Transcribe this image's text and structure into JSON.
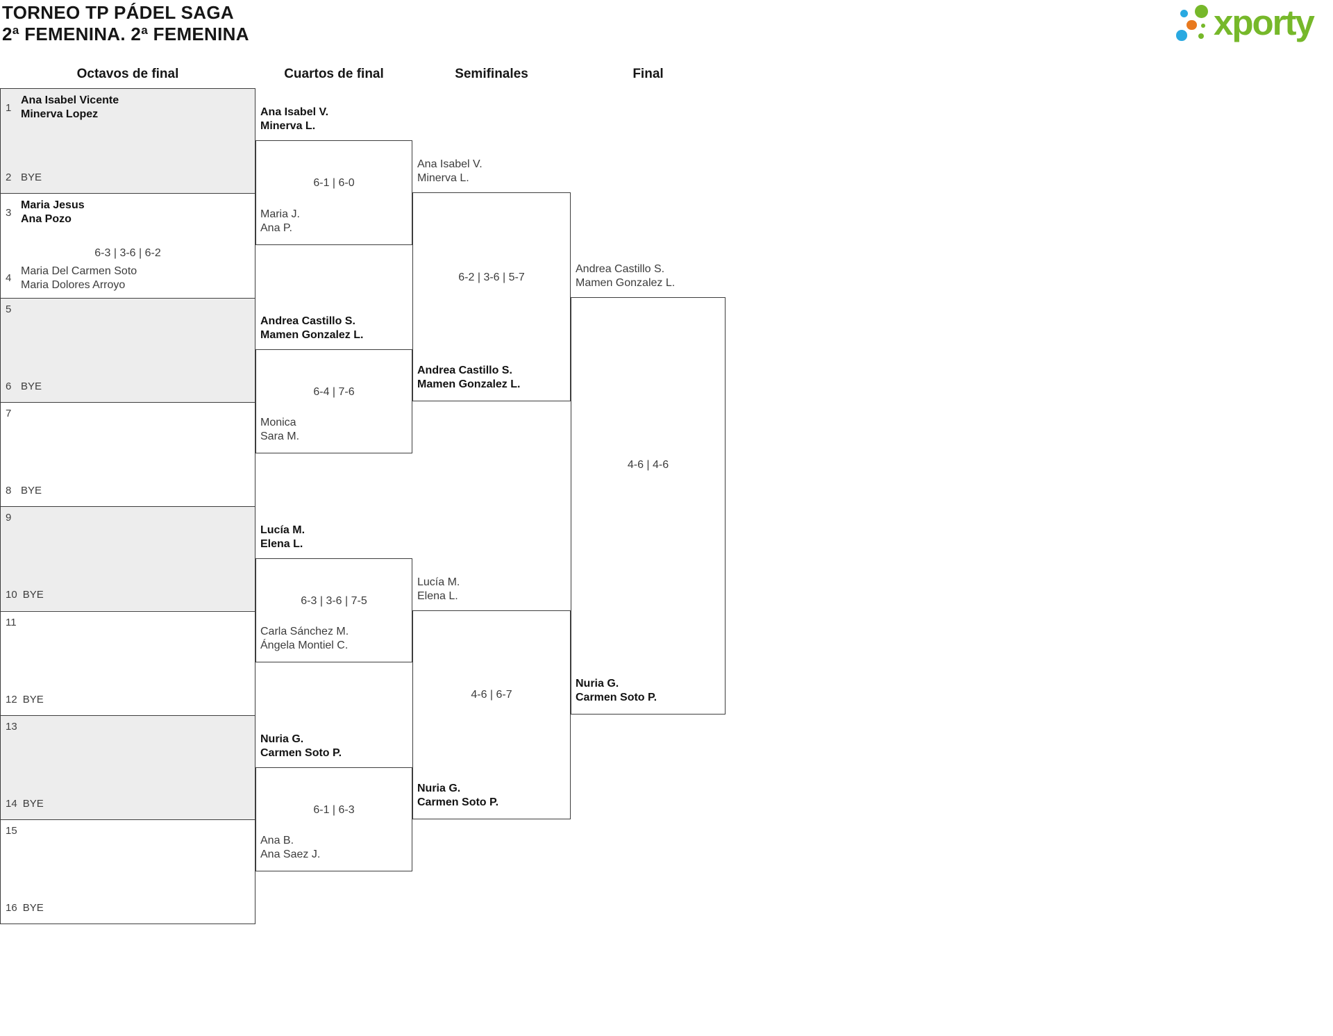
{
  "title": {
    "line1": "TORNEO TP PÁDEL SAGA",
    "line2": "2ª FEMENINA. 2ª FEMENINA"
  },
  "logo": {
    "text": "xporty",
    "green": "#76b82a",
    "blue": "#29a9e1",
    "orange": "#e8791e"
  },
  "colors": {
    "line": "#3d3d3d",
    "shaded_row": "#ededed",
    "winner_text": "#121212",
    "regular_text": "#3c3c3c"
  },
  "round_headers": [
    "Octavos de final",
    "Cuartos de final",
    "Semifinales",
    "Final"
  ],
  "rounds": {
    "octavos": {
      "matches": [
        {
          "score": "",
          "top": {
            "seed": "1",
            "lines": [
              "Ana Isabel Vicente",
              "Minerva Lopez"
            ],
            "bold": true
          },
          "bottom": {
            "seed": "2",
            "label": "BYE"
          }
        },
        {
          "score": "6-3 | 3-6 | 6-2",
          "top": {
            "seed": "3",
            "lines": [
              "Maria Jesus",
              "Ana Pozo"
            ],
            "bold": true
          },
          "bottom": {
            "seed": "4",
            "lines": [
              "Maria Del Carmen Soto",
              "Maria Dolores Arroyo"
            ],
            "bold": false
          }
        },
        {
          "score": "",
          "top": {
            "seed": "5"
          },
          "bottom": {
            "seed": "6",
            "label": "BYE"
          }
        },
        {
          "score": "",
          "top": {
            "seed": "7"
          },
          "bottom": {
            "seed": "8",
            "label": "BYE"
          }
        },
        {
          "score": "",
          "top": {
            "seed": "9"
          },
          "bottom": {
            "seed": "10",
            "label": "BYE"
          }
        },
        {
          "score": "",
          "top": {
            "seed": "11"
          },
          "bottom": {
            "seed": "12",
            "label": "BYE"
          }
        },
        {
          "score": "",
          "top": {
            "seed": "13"
          },
          "bottom": {
            "seed": "14",
            "label": "BYE"
          }
        },
        {
          "score": "",
          "top": {
            "seed": "15"
          },
          "bottom": {
            "seed": "16",
            "label": "BYE"
          }
        }
      ]
    },
    "cuartos": {
      "matches": [
        {
          "score": "6-1 | 6-0",
          "top": {
            "lines": [
              "Ana Isabel V.",
              "Minerva L."
            ],
            "bold": true
          },
          "bottom": {
            "lines": [
              "Maria J.",
              "Ana P."
            ],
            "bold": false
          }
        },
        {
          "score": "6-4 | 7-6",
          "top": {
            "lines": [
              "Andrea Castillo S.",
              "Mamen Gonzalez L."
            ],
            "bold": true
          },
          "bottom": {
            "lines": [
              "Monica",
              "Sara M."
            ],
            "bold": false
          }
        },
        {
          "score": "6-3 | 3-6 | 7-5",
          "top": {
            "lines": [
              "Lucía M.",
              "Elena L."
            ],
            "bold": true
          },
          "bottom": {
            "lines": [
              "Carla Sánchez M.",
              "Ángela Montiel C."
            ],
            "bold": false
          }
        },
        {
          "score": "6-1 | 6-3",
          "top": {
            "lines": [
              "Nuria G.",
              "Carmen Soto P."
            ],
            "bold": true
          },
          "bottom": {
            "lines": [
              "Ana B.",
              "Ana Saez J."
            ],
            "bold": false
          }
        }
      ]
    },
    "semifinales": {
      "matches": [
        {
          "score": "6-2 | 3-6 | 5-7",
          "top": {
            "lines": [
              "Ana Isabel V.",
              "Minerva L."
            ],
            "bold": false
          },
          "bottom": {
            "lines": [
              "Andrea Castillo S.",
              "Mamen Gonzalez L."
            ],
            "bold": true
          }
        },
        {
          "score": "4-6 | 6-7",
          "top": {
            "lines": [
              "Lucía M.",
              "Elena L."
            ],
            "bold": false
          },
          "bottom": {
            "lines": [
              "Nuria G.",
              "Carmen Soto P."
            ],
            "bold": true
          }
        }
      ]
    },
    "final": {
      "matches": [
        {
          "score": "4-6 | 4-6",
          "top": {
            "lines": [
              "Andrea Castillo S.",
              "Mamen Gonzalez L."
            ],
            "bold": false
          },
          "bottom": {
            "lines": [
              "Nuria G.",
              "Carmen Soto P."
            ],
            "bold": true
          }
        }
      ]
    }
  }
}
